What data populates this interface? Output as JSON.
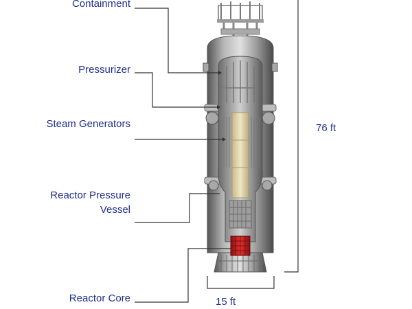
{
  "labels": {
    "containment": "Containment",
    "pressurizer": "Pressurizer",
    "steam_generators": "Steam Generators",
    "reactor_pressure_vessel_line1": "Reactor Pressure",
    "reactor_pressure_vessel_line2": "Vessel",
    "reactor_core": "Reactor Core"
  },
  "dimensions": {
    "height": "76 ft",
    "width": "15 ft"
  },
  "colors": {
    "label_text": "#1f2f8c",
    "leader_line": "#333333",
    "vessel_metal": "#8a8a8a",
    "core": "#c41a1a",
    "riser": "#e2d6ae"
  }
}
